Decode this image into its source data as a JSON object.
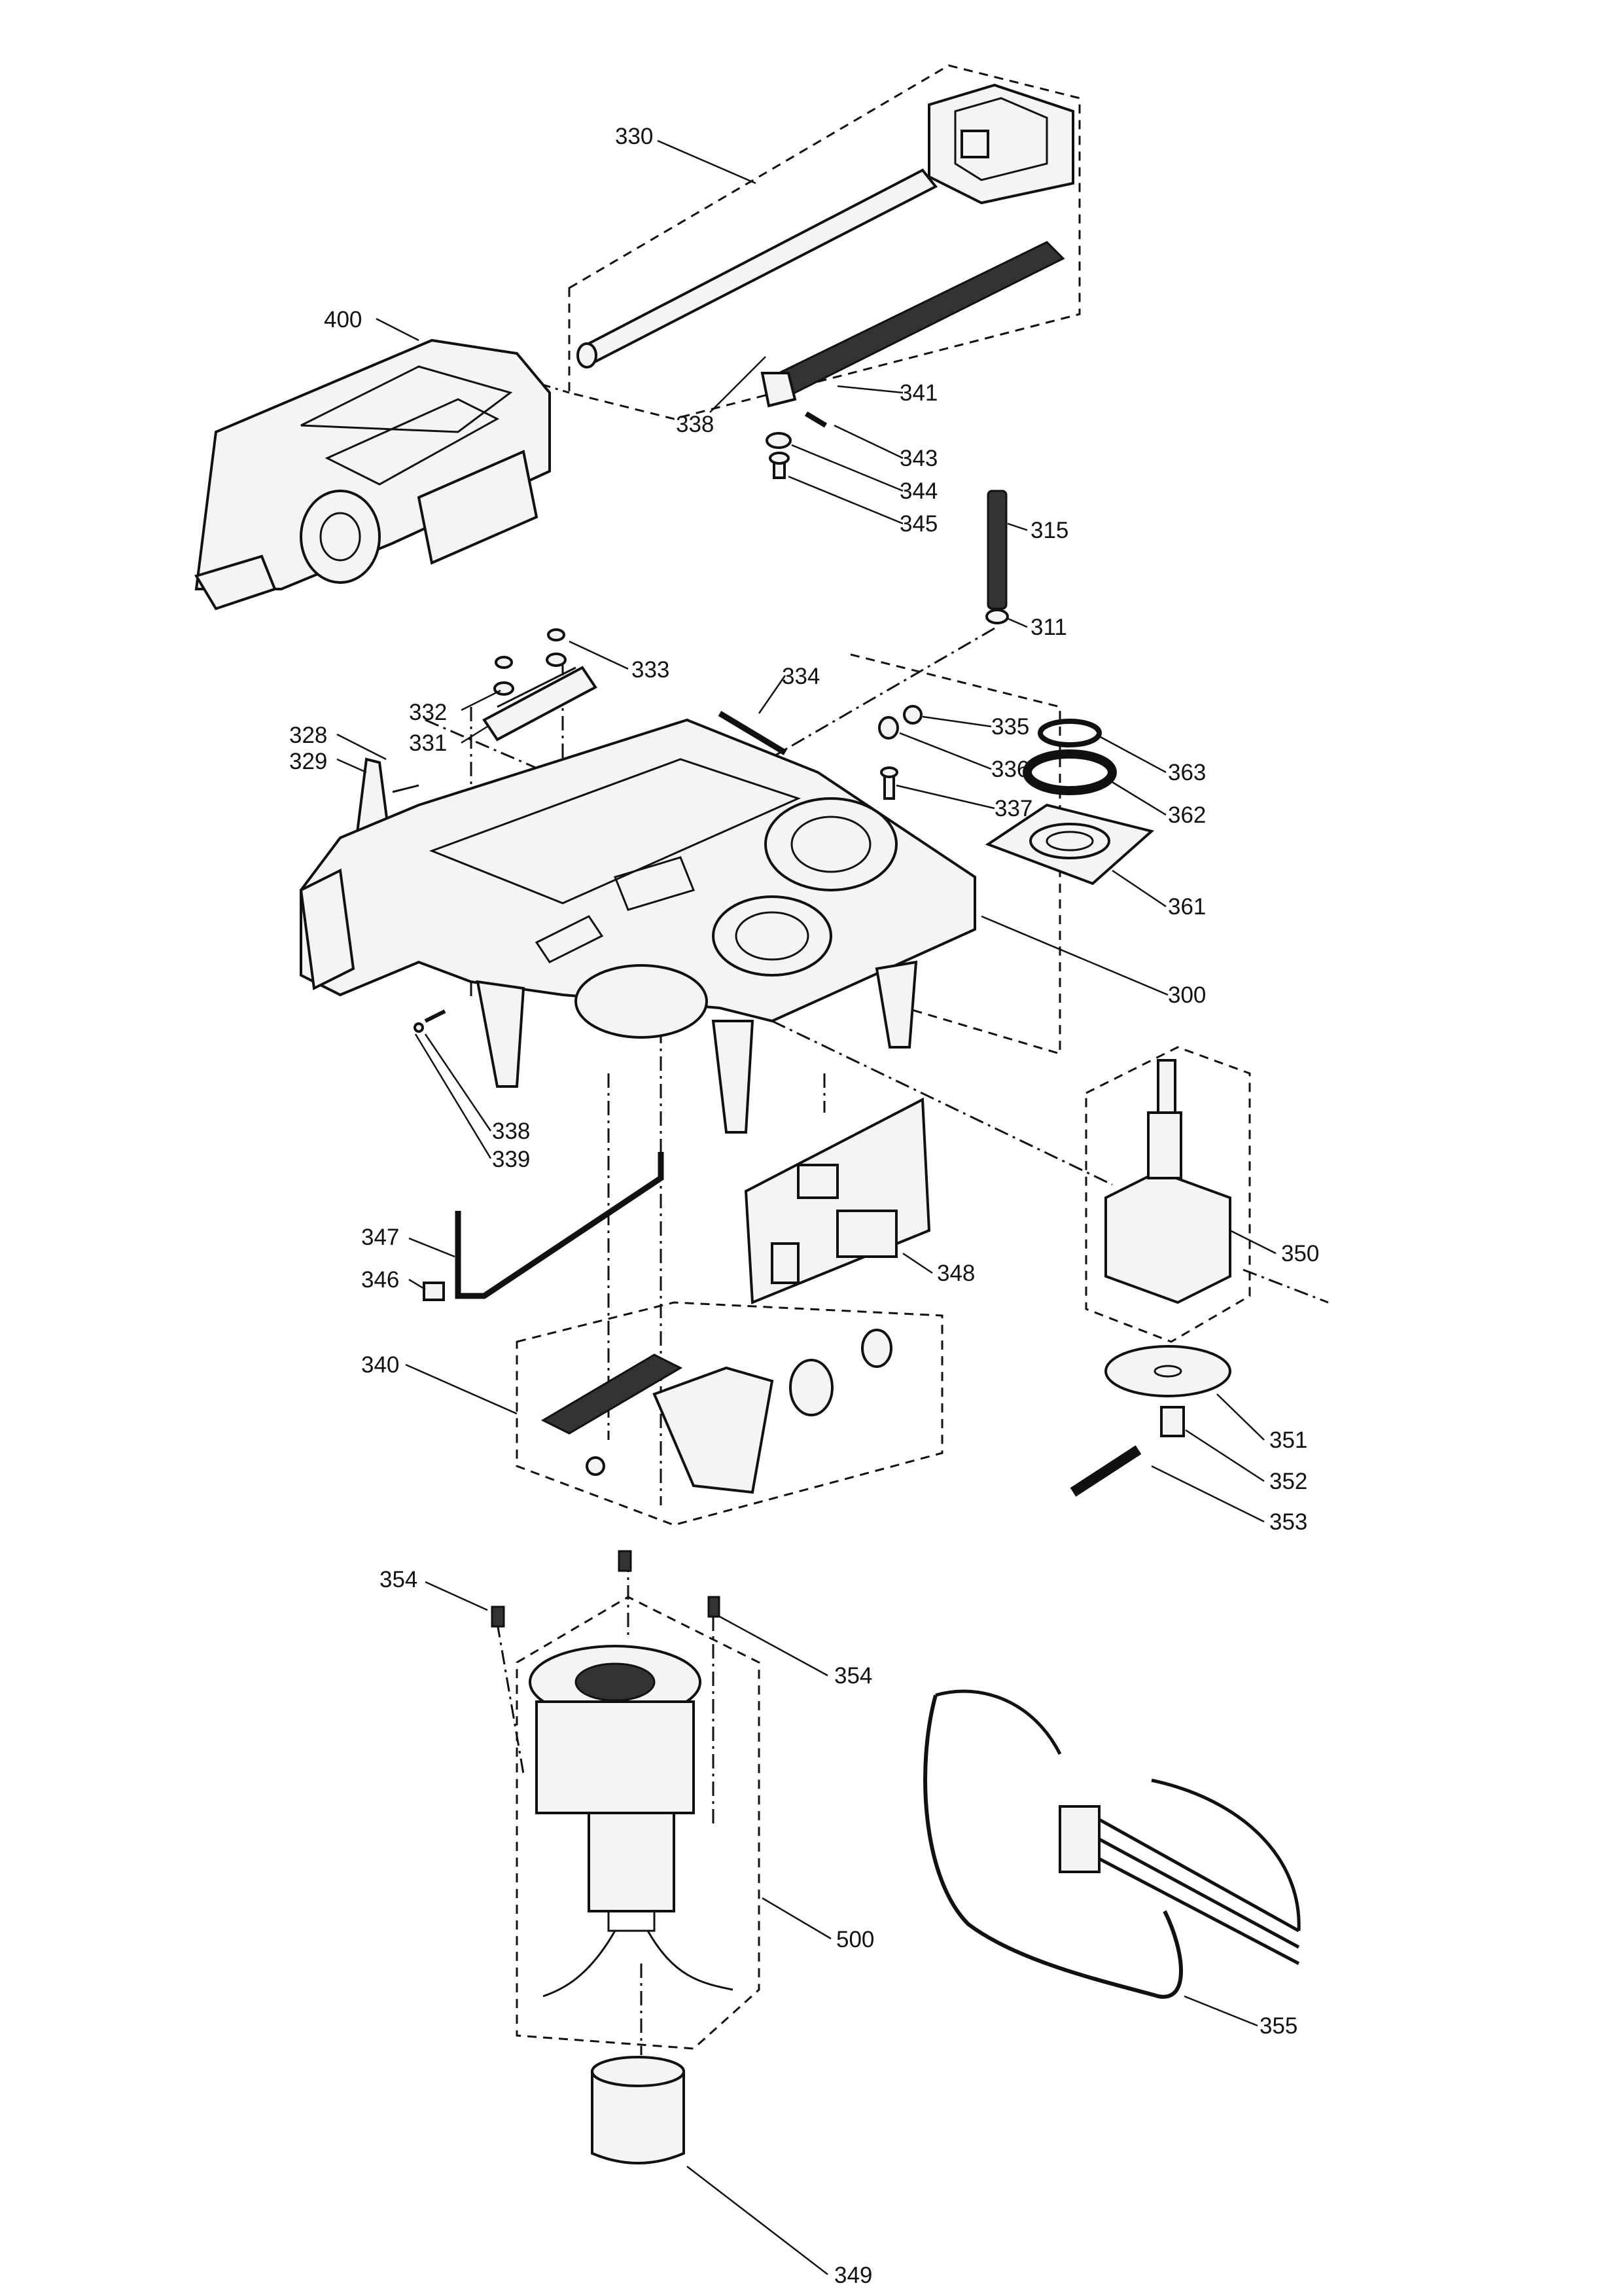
{
  "diagram": {
    "labels": {
      "p330": "330",
      "p400": "400",
      "p341": "341",
      "p338a": "338",
      "p343": "343",
      "p344": "344",
      "p345": "345",
      "p315": "315",
      "p311": "311",
      "p333": "333",
      "p334": "334",
      "p332": "332",
      "p331": "331",
      "p335": "335",
      "p328": "328",
      "p329": "329",
      "p336": "336",
      "p337": "337",
      "p363": "363",
      "p362": "362",
      "p361": "361",
      "p300": "300",
      "p338b": "338",
      "p339": "339",
      "p347": "347",
      "p346": "346",
      "p348": "348",
      "p350": "350",
      "p340": "340",
      "p351": "351",
      "p352": "352",
      "p353": "353",
      "p354a": "354",
      "p354b": "354",
      "p500": "500",
      "p355": "355",
      "p349": "349"
    }
  }
}
